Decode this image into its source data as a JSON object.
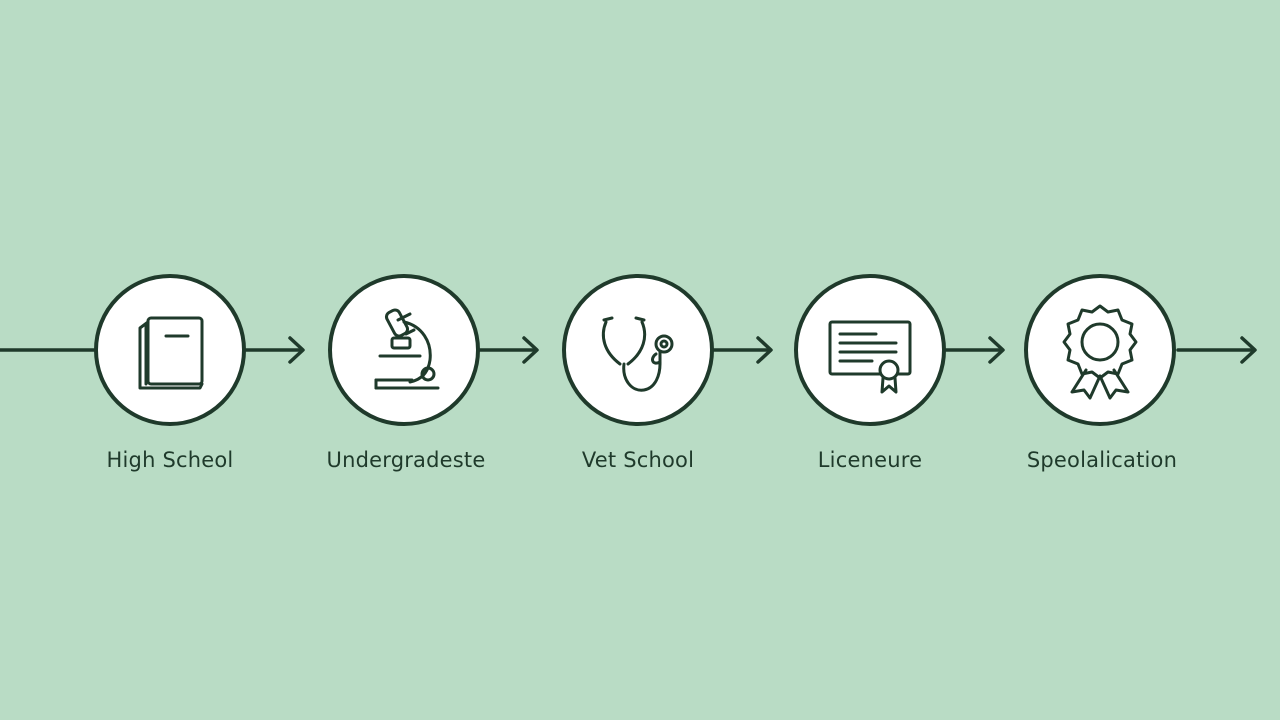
{
  "colors": {
    "background": "#b9dcc5",
    "stroke": "#1f3a2b",
    "circle_fill": "#ffffff",
    "label_text": "#1f3a2b"
  },
  "steps": [
    {
      "label": "High Scheol",
      "icon": "book-icon"
    },
    {
      "label": "Undergradeste",
      "icon": "microscope-icon"
    },
    {
      "label": "Vet School",
      "icon": "stethoscope-icon"
    },
    {
      "label": "Liceneure",
      "icon": "certificate-icon"
    },
    {
      "label": "Speolalication",
      "icon": "award-ribbon-icon"
    }
  ]
}
